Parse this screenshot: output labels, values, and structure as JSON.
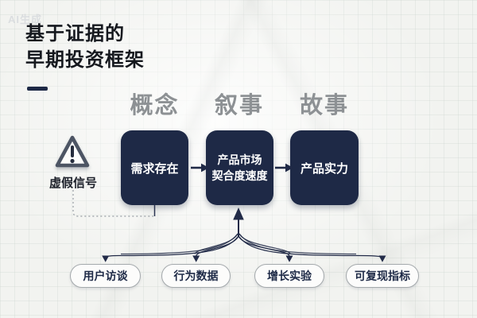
{
  "watermark": {
    "text": "AI生成"
  },
  "header": {
    "title_line1": "基于证据的",
    "title_line2": "早期投资框架"
  },
  "stages": [
    {
      "label": "概念"
    },
    {
      "label": "叙事"
    },
    {
      "label": "故事"
    }
  ],
  "flow_boxes": [
    {
      "label": "需求存在"
    },
    {
      "label": "产品市场\n契合度速度"
    },
    {
      "label": "产品实力"
    }
  ],
  "warning": {
    "icon": "warning-triangle-icon",
    "label": "虚假信号"
  },
  "evidence_pills": [
    {
      "label": "用户访谈"
    },
    {
      "label": "行为数据"
    },
    {
      "label": "增长实验"
    },
    {
      "label": "可复现指标"
    }
  ],
  "colors": {
    "background": "#f2f3f0",
    "grid_line": "#dfe4df",
    "box_fill": "#1e2946",
    "box_text": "#ffffff",
    "stage_label": "#8d9194",
    "title_text": "#15181e",
    "connector": "#222b48",
    "dotted_connector": "#a6abb0",
    "pill_border": "#a4a9ac",
    "pill_text": "#1e2a47"
  }
}
